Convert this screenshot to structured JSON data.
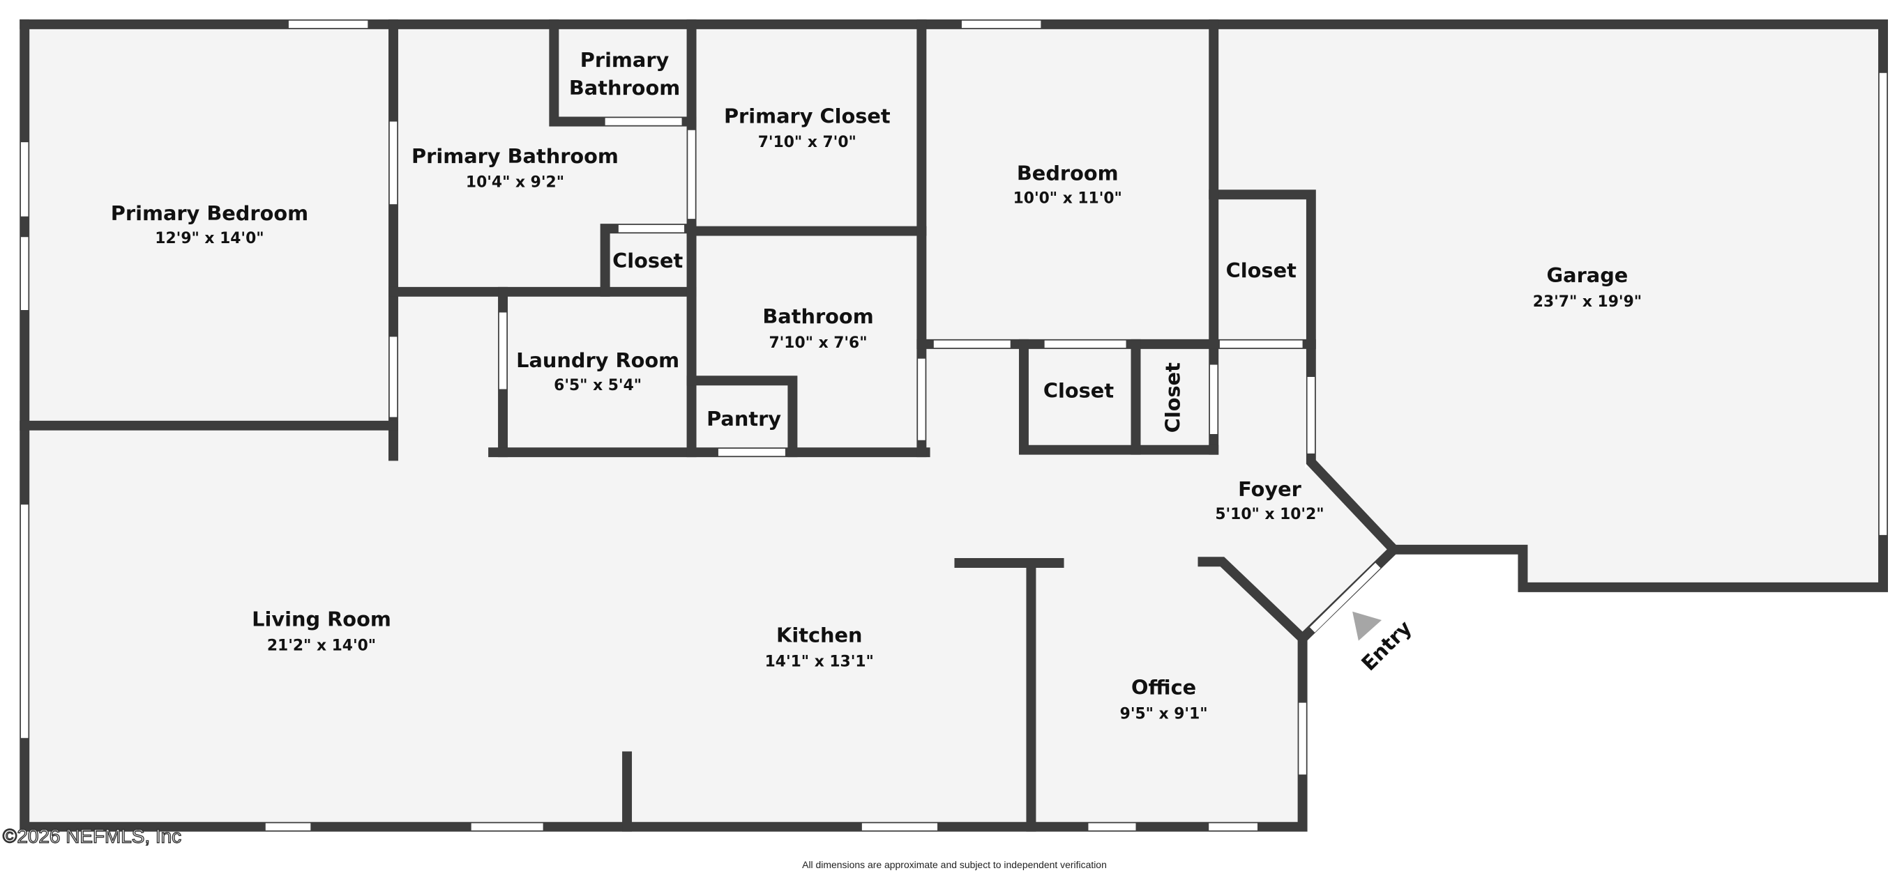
{
  "rooms": {
    "primary_bedroom": {
      "name": "Primary Bedroom",
      "dim": "12'9\" x 14'0\""
    },
    "primary_bathroom": {
      "name": "Primary Bathroom",
      "dim": "10'4\" x 9'2\""
    },
    "primary_bathroom_small": {
      "name_line1": "Primary",
      "name_line2": "Bathroom"
    },
    "primary_closet": {
      "name": "Primary Closet",
      "dim": "7'10\" x 7'0\""
    },
    "closet_small": {
      "name": "Closet"
    },
    "laundry_room": {
      "name": "Laundry Room",
      "dim": "6'5\" x 5'4\""
    },
    "bathroom": {
      "name": "Bathroom",
      "dim": "7'10\" x 7'6\""
    },
    "pantry": {
      "name": "Pantry"
    },
    "bedroom": {
      "name": "Bedroom",
      "dim": "10'0\" x 11'0\""
    },
    "closet_bedroom": {
      "name": "Closet"
    },
    "closet_narrow": {
      "name": "Closet"
    },
    "closet_garage": {
      "name": "Closet"
    },
    "garage": {
      "name": "Garage",
      "dim": "23'7\" x 19'9\""
    },
    "foyer": {
      "name": "Foyer",
      "dim": "5'10\" x 10'2\""
    },
    "living_room": {
      "name": "Living Room",
      "dim": "21'2\" x 14'0\""
    },
    "kitchen": {
      "name": "Kitchen",
      "dim": "14'1\" x 13'1\""
    },
    "office": {
      "name": "Office",
      "dim": "9'5\" x 9'1\""
    }
  },
  "entry_label": "Entry",
  "watermark": "©2026 NEFMLS, Inc",
  "disclaimer": "All dimensions are approximate and subject to independent verification",
  "colors": {
    "wall": "#3d3d3d",
    "floor": "#f4f4f4",
    "entry_arrow": "#a6a6a6"
  }
}
